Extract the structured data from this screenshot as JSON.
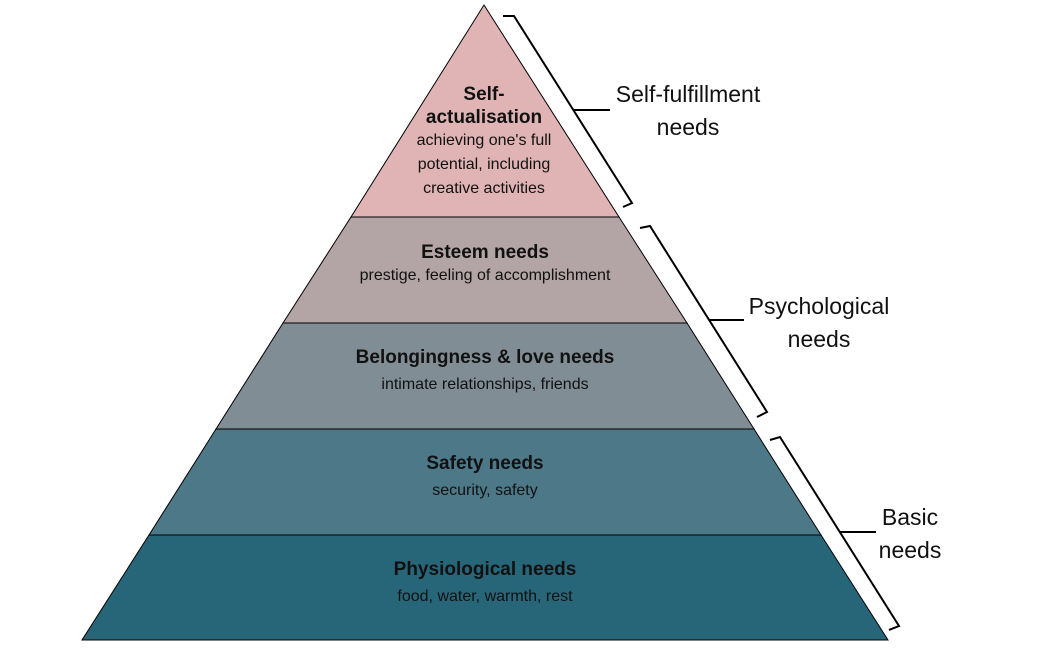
{
  "levels": [
    {
      "title": "Self-\nactualisation",
      "desc": "achieving one's full potential, including creative activities",
      "color": "#e0b4b4"
    },
    {
      "title": "Esteem needs",
      "desc": "prestige, feeling of accomplishment",
      "color": "#b3a4a5"
    },
    {
      "title": "Belongingness & love needs",
      "desc": "intimate relationships, friends",
      "color": "#818d95"
    },
    {
      "title": "Safety needs",
      "desc": "security, safety",
      "color": "#4d7888"
    },
    {
      "title": "Physiological needs",
      "desc": "food, water, warmth, rest",
      "color": "#276679"
    }
  ],
  "groups": [
    {
      "label": "Self-fulfillment needs"
    },
    {
      "label": "Psychological needs"
    },
    {
      "label": "Basic needs"
    }
  ]
}
